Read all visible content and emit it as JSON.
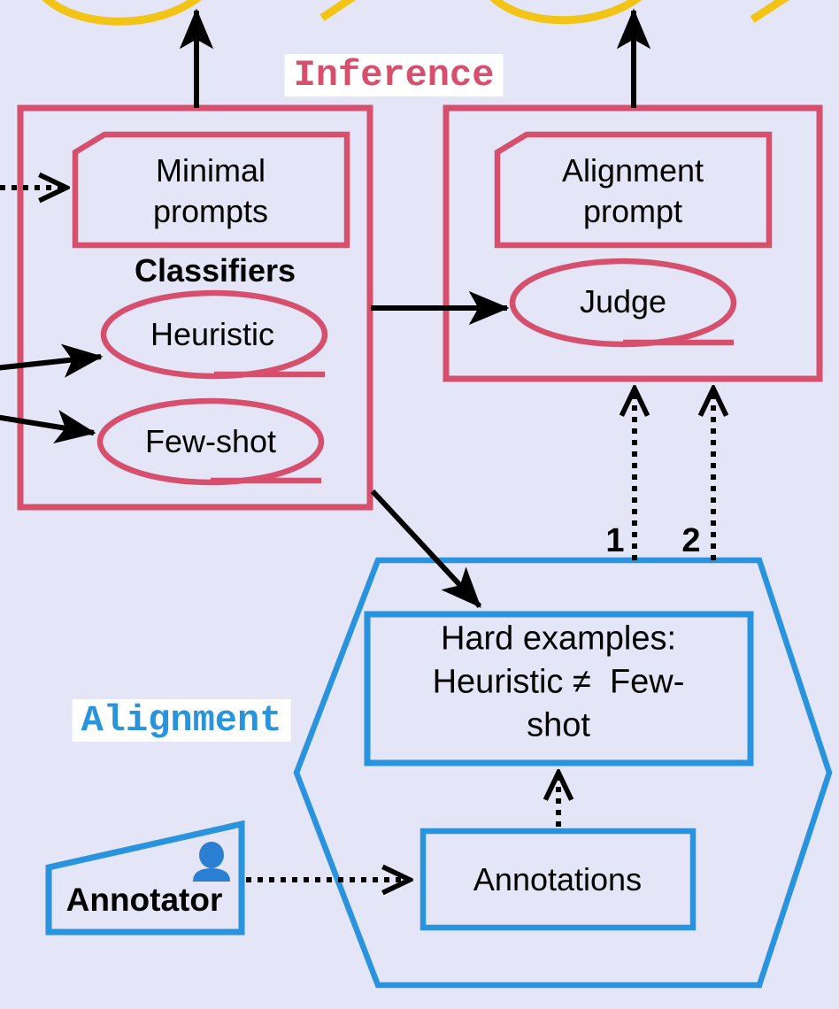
{
  "colors": {
    "background": "#e4e5f7",
    "red": "#d6506e",
    "blue": "#2994dd",
    "yellow": "#f2c415",
    "black": "#000000",
    "label_background": "#ffffff",
    "person_blue": "#2a7fd2"
  },
  "sections": {
    "inference_label": "Inference",
    "alignment_label": "Alignment"
  },
  "inference": {
    "classifier_box": {
      "prompt_card": "Minimal\nprompts",
      "title": "Classifiers",
      "models": [
        "Heuristic",
        "Few-shot"
      ]
    },
    "judge_box": {
      "prompt_card": "Alignment\nprompt",
      "model": "Judge"
    }
  },
  "alignment": {
    "hard_examples": "Hard examples:\nHeuristic ≠  Few-shot",
    "annotations": "Annotations",
    "annotator": "Annotator",
    "arrow_labels": {
      "one": "1",
      "two": "2"
    }
  }
}
